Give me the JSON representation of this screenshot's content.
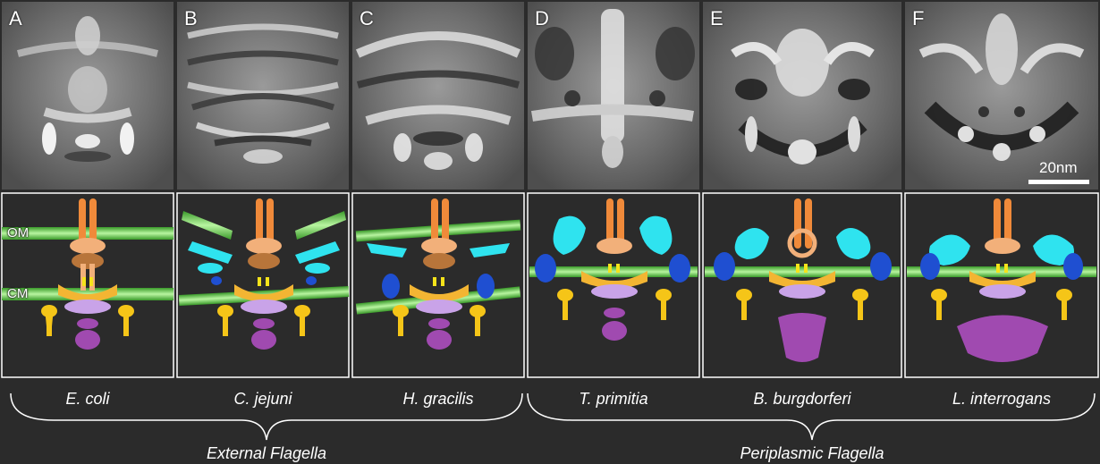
{
  "panels": [
    {
      "letter": "A",
      "species": "E. coli"
    },
    {
      "letter": "B",
      "species": "C. jejuni"
    },
    {
      "letter": "C",
      "species": "H. gracilis"
    },
    {
      "letter": "D",
      "species": "T. primitia"
    },
    {
      "letter": "E",
      "species": "B. burgdorferi"
    },
    {
      "letter": "F",
      "species": "L. interrogans"
    }
  ],
  "membranes": {
    "outer": "OM",
    "cytoplasmic": "CM"
  },
  "scale_bar": "20nm",
  "groups": {
    "external": "External Flagella",
    "periplasmic": "Periplasmic Flagella"
  },
  "colors": {
    "background": "#2b2b2b",
    "membrane": "#5fcf48",
    "rod_orange": "#f08a3a",
    "light_orange": "#f2b07a",
    "brown": "#b8753a",
    "yellow": "#f5c518",
    "gold": "#f3b533",
    "cyan": "#2fe3ef",
    "blue": "#1f4fd1",
    "lavender": "#c9a3e8",
    "purple": "#a04ab0"
  }
}
